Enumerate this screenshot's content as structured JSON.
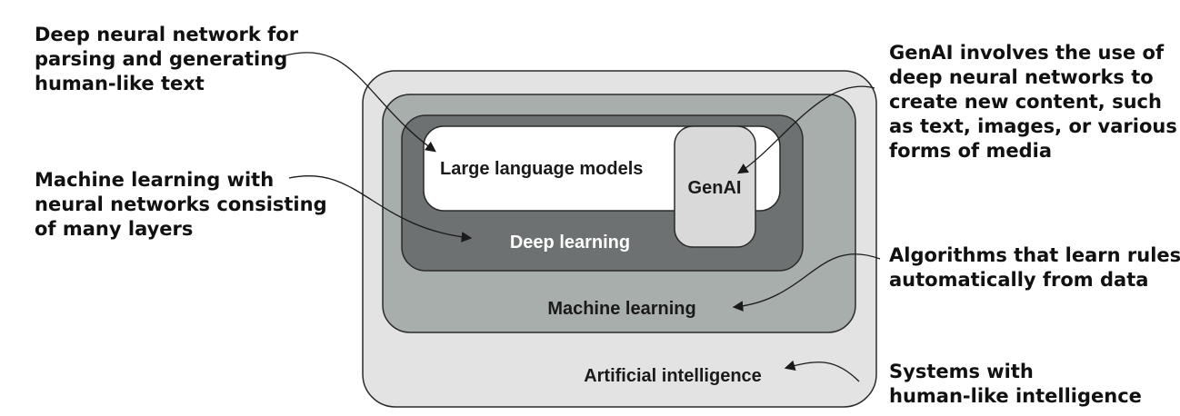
{
  "colors": {
    "ai": "#e3e3e3",
    "ml": "#a8aeab",
    "dl": "#6d7171",
    "llm": "#ffffff",
    "genai": "#d9d9d9",
    "stroke": "#2b2b2b",
    "text_dark": "#1a1a1a",
    "text_light": "#ffffff"
  },
  "diagram": {
    "layers": {
      "artificial_intelligence": "Artificial intelligence",
      "machine_learning": "Machine learning",
      "deep_learning": "Deep learning",
      "large_language_models": "Large language models",
      "genai": "GenAI"
    },
    "annotations": {
      "llm": [
        "Deep neural network for",
        "parsing and generating",
        "human-like text"
      ],
      "deep_learning": [
        "Machine learning with",
        "neural networks consisting",
        "of many layers"
      ],
      "genai": [
        "GenAI involves the use of",
        "deep neural networks to",
        "create new content, such",
        "as text, images, or various",
        "forms of media"
      ],
      "machine_learning": [
        "Algorithms that learn rules",
        "automatically from data"
      ],
      "artificial_intelligence": [
        "Systems with",
        "human-like intelligence"
      ]
    }
  }
}
